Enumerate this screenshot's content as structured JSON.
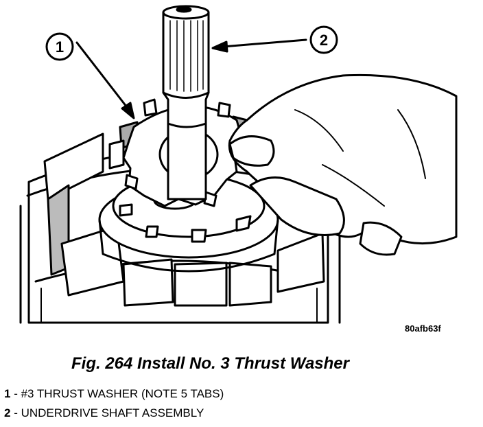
{
  "figure": {
    "callouts": [
      {
        "number": "1"
      },
      {
        "number": "2"
      }
    ],
    "figure_id": "80afb63f"
  },
  "caption": "Fig. 264 Install No. 3 Thrust Washer",
  "legend": [
    {
      "number": "1",
      "separator": " - ",
      "text": "#3 THRUST WASHER (NOTE 5 TABS)"
    },
    {
      "number": "2",
      "separator": " - ",
      "text": "UNDERDRIVE SHAFT ASSEMBLY"
    }
  ]
}
